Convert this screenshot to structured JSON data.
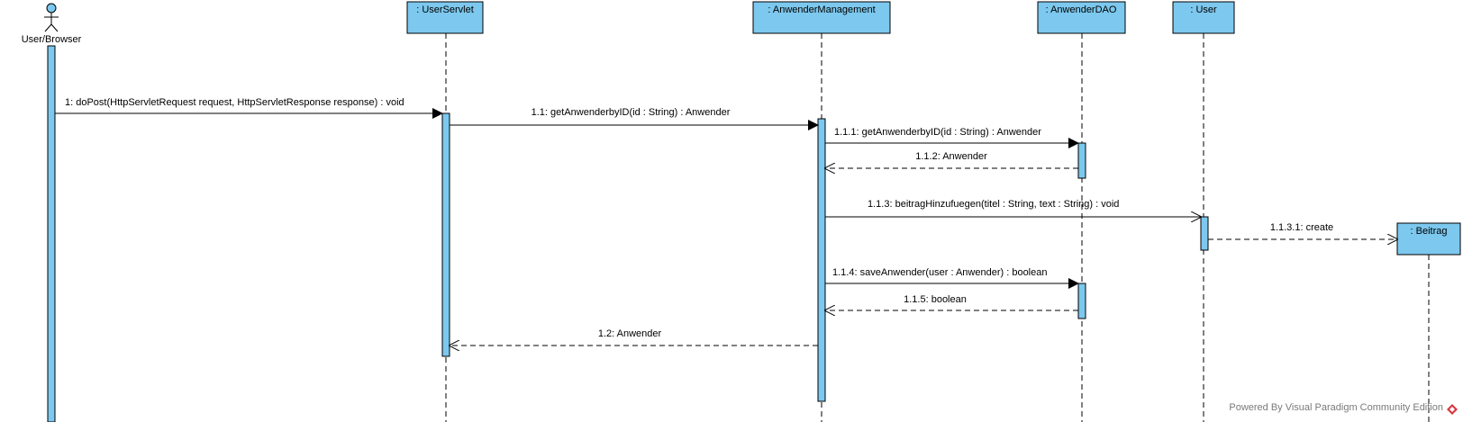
{
  "actor": {
    "name": "User/Browser"
  },
  "lifelines": [
    {
      "id": "userservlet",
      "name": ": UserServlet"
    },
    {
      "id": "anwendermanagement",
      "name": ": AnwenderManagement"
    },
    {
      "id": "anwenderdao",
      "name": ": AnwenderDAO"
    },
    {
      "id": "user",
      "name": ": User"
    },
    {
      "id": "beitrag",
      "name": ": Beitrag"
    }
  ],
  "messages": [
    {
      "label": "1: doPost(HttpServletRequest request, HttpServletResponse response) : void",
      "kind": "sync"
    },
    {
      "label": "1.1: getAnwenderbyID(id : String) : Anwender",
      "kind": "sync"
    },
    {
      "label": "1.1.1: getAnwenderbyID(id : String) : Anwender",
      "kind": "sync"
    },
    {
      "label": "1.1.2: Anwender",
      "kind": "return"
    },
    {
      "label": "1.1.3: beitragHinzufuegen(titel : String, text : String) : void",
      "kind": "async"
    },
    {
      "label": "1.1.3.1: create",
      "kind": "create"
    },
    {
      "label": "1.1.4: saveAnwender(user : Anwender) : boolean",
      "kind": "sync"
    },
    {
      "label": "1.1.5: boolean",
      "kind": "return"
    },
    {
      "label": "1.2: Anwender",
      "kind": "return"
    }
  ],
  "colors": {
    "element_fill": "#7cc8ee",
    "line": "#000000",
    "footer_text": "#7a7a7a",
    "logo": "#d9363e"
  },
  "footer": {
    "text": "Powered By Visual Paradigm Community Edition",
    "logo_icon": "visual-paradigm-logo-icon"
  }
}
